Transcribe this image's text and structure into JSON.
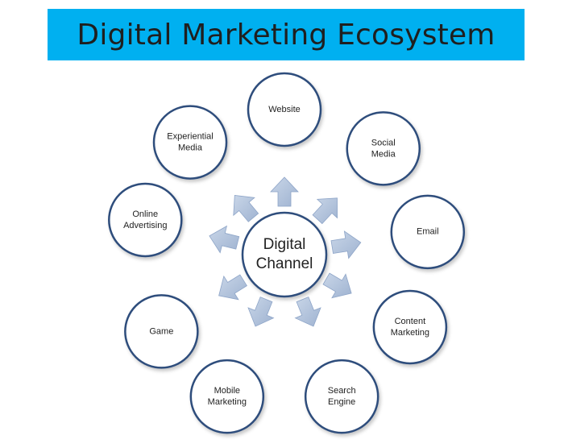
{
  "title": "Digital Marketing Ecosystem",
  "center": {
    "lines": [
      "Digital",
      "Channel"
    ]
  },
  "nodes": [
    {
      "key": "website",
      "lines": [
        "Website"
      ]
    },
    {
      "key": "social-media",
      "lines": [
        "Social",
        "Media"
      ]
    },
    {
      "key": "email",
      "lines": [
        "Email"
      ]
    },
    {
      "key": "content-marketing",
      "lines": [
        "Content",
        "Marketing"
      ]
    },
    {
      "key": "search-engine",
      "lines": [
        "Search",
        "Engine"
      ]
    },
    {
      "key": "mobile-marketing",
      "lines": [
        "Mobile",
        "Marketing"
      ]
    },
    {
      "key": "game",
      "lines": [
        "Game"
      ]
    },
    {
      "key": "online-advertising",
      "lines": [
        "Online",
        "Advertising"
      ]
    },
    {
      "key": "experiential-media",
      "lines": [
        "Experiential",
        "Media"
      ]
    }
  ],
  "colors": {
    "title_bg": "#00b0f0",
    "circle_stroke": "#2f4d7c",
    "arrow_fill": "#b4c5dd"
  }
}
